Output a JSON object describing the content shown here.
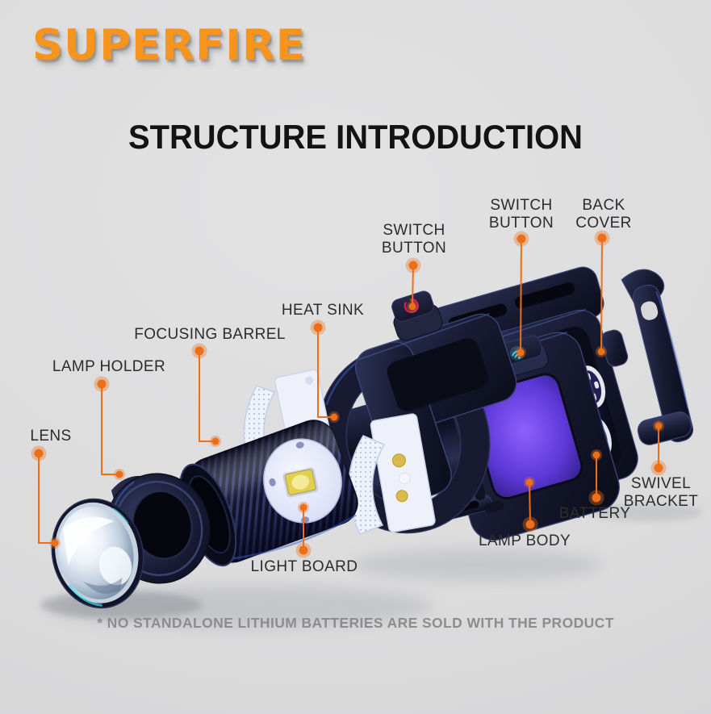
{
  "brand": {
    "logo_text": "SUPERFIRE"
  },
  "header": {
    "title": "STRUCTURE INTRODUCTION"
  },
  "footer": {
    "disclaimer": "* NO STANDALONE LITHIUM BATTERIES ARE SOLD WITH THE PRODUCT"
  },
  "colors": {
    "accent_orange": "#ED6F17",
    "logo_orange": "#F7941D",
    "title_black": "#131313",
    "label_dark": "#2C2C2C",
    "disclaimer_gray": "#8D8D8D",
    "body_navy": "#171A31",
    "battery_purple": "#6247D6",
    "glow_cyan": "#49D6FF",
    "button_red": "#E8175D",
    "background_gray": "#DCDCDC"
  },
  "labels": [
    {
      "id": "lens",
      "line1": "LENS"
    },
    {
      "id": "lamp-holder",
      "line1": "LAMP HOLDER"
    },
    {
      "id": "focusing-barrel",
      "line1": "FOCUSING BARREL"
    },
    {
      "id": "heat-sink",
      "line1": "HEAT SINK"
    },
    {
      "id": "switch-button-front",
      "line1": "SWITCH",
      "line2": "BUTTON"
    },
    {
      "id": "switch-button-rear",
      "line1": "SWITCH",
      "line2": "BUTTON"
    },
    {
      "id": "back-cover",
      "line1": "BACK",
      "line2": "COVER"
    },
    {
      "id": "swivel-bracket",
      "line1": "SWIVEL",
      "line2": "BRACKET"
    },
    {
      "id": "battery",
      "line1": "BATTERY"
    },
    {
      "id": "lamp-body",
      "line1": "LAMP BODY"
    },
    {
      "id": "light-board",
      "line1": "LIGHT BOARD"
    }
  ]
}
